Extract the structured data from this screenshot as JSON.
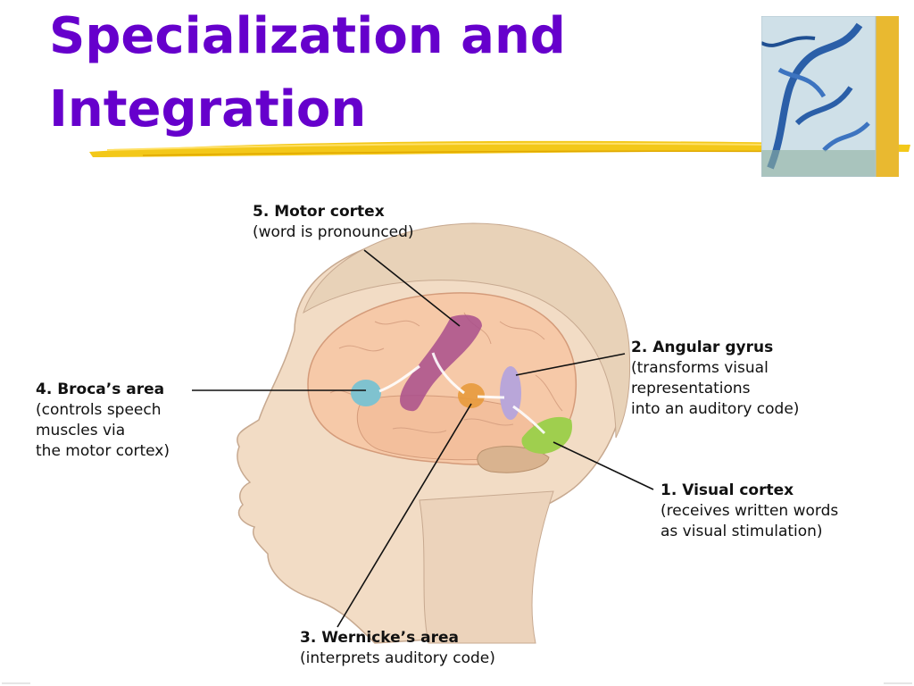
{
  "slide": {
    "title_line1": "Specialization and",
    "title_line2": "Integration"
  },
  "colors": {
    "title": "#6600cc",
    "accent_underline": "#f2c200",
    "motor_cortex": "#a94f8c",
    "brocas_area": "#7fc2cf",
    "wernickes_area": "#e89a3c",
    "angular_gyrus": "#b9a6d9",
    "visual_cortex": "#9fcf4e"
  },
  "labels": {
    "motor": {
      "head": "5. Motor cortex",
      "desc1": "(word is pronounced)"
    },
    "angular": {
      "head": "2. Angular gyrus",
      "desc1": "(transforms visual",
      "desc2": "representations",
      "desc3": "into an auditory code)"
    },
    "broca": {
      "head": "4. Broca’s area",
      "desc1": "(controls speech",
      "desc2": "muscles via",
      "desc3": "the motor cortex)"
    },
    "visual": {
      "head": "1. Visual cortex",
      "desc1": "(receives written words",
      "desc2": "as visual stimulation)"
    },
    "wernicke": {
      "head": "3. Wernicke’s area",
      "desc1": "(interprets auditory code)"
    }
  }
}
